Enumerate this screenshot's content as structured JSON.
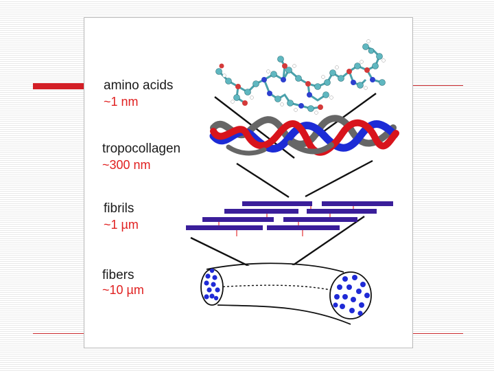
{
  "levels": [
    {
      "name": "amino acids",
      "size": "~1 nm"
    },
    {
      "name": "tropocollagen",
      "size": "~300 nm"
    },
    {
      "name": "fibrils",
      "size": "~1 µm"
    },
    {
      "name": "fibers",
      "size": "~10 µm"
    }
  ],
  "colors": {
    "accent_red": "#d31f26",
    "label_text": "#1a1a1a",
    "size_text": "#e02020",
    "fibril_purple": "#3a1e9a",
    "fiber_dot_blue": "#1f2ad6",
    "helix_red": "#d8141c",
    "helix_blue": "#1c2bd6",
    "helix_gray": "#666666",
    "atom_cyan": "#5fb7c0",
    "atom_red": "#d43a3a",
    "atom_blue": "#2d3fcf"
  },
  "icons": {
    "amino_acids": "molecule-ball-and-stick-icon",
    "tropocollagen": "triple-helix-icon",
    "fibrils": "staggered-fibrils-icon",
    "fibers": "fiber-bundle-tube-icon"
  }
}
